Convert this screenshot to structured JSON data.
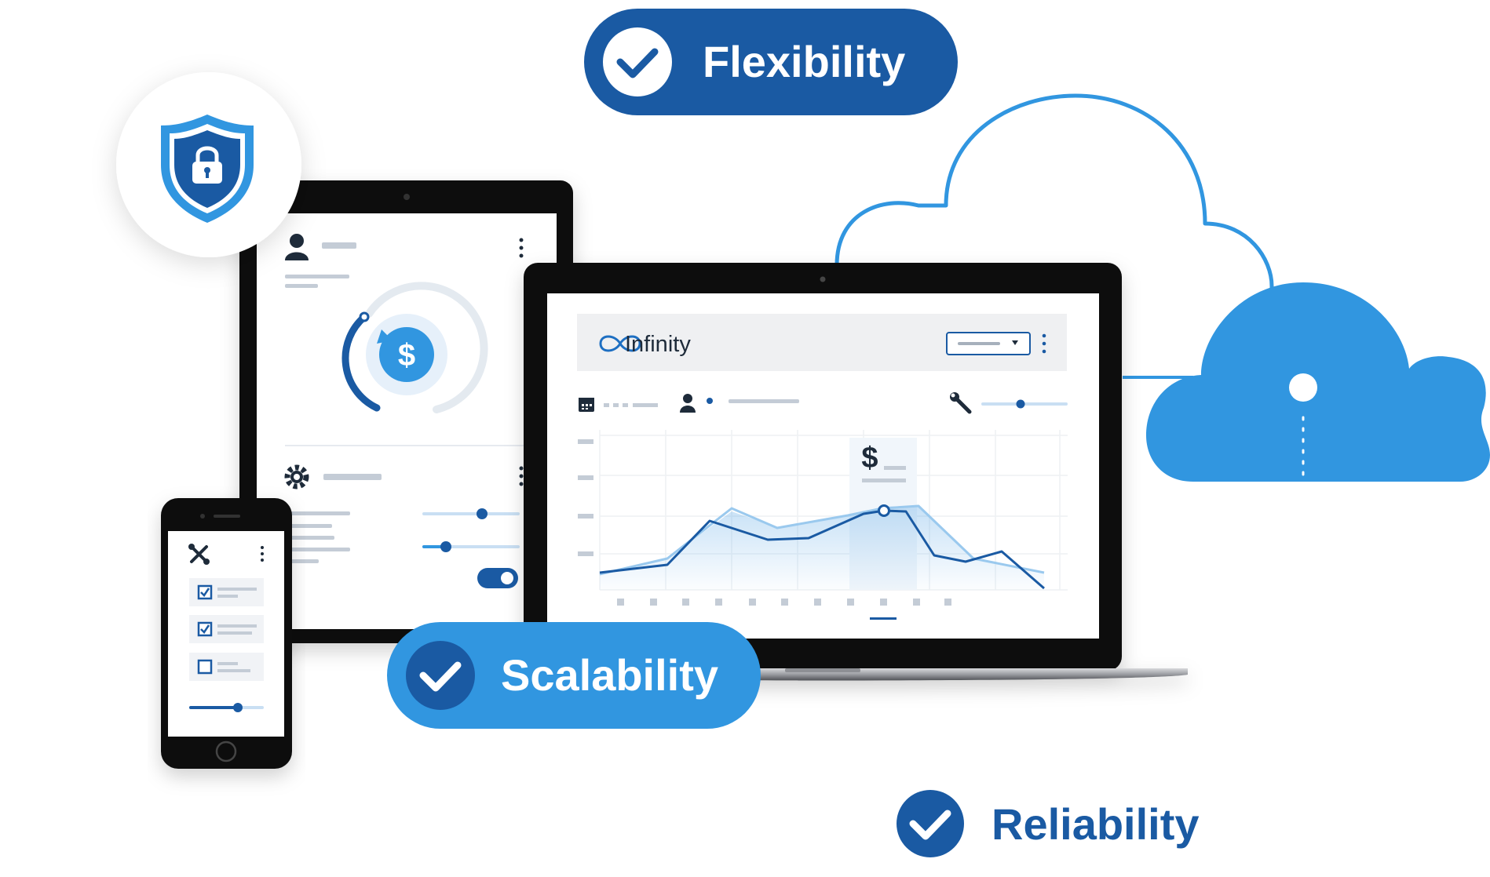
{
  "badges": {
    "flexibility": "Flexibility",
    "scalability": "Scalability",
    "reliability": "Reliability"
  },
  "laptop": {
    "brand": "Infinity",
    "chart_symbol": "$"
  },
  "tablet": {
    "gauge_symbol": "$"
  },
  "colors": {
    "primary_dark": "#1a5aa3",
    "primary_light": "#3196e0",
    "line_light": "#9ac9ee",
    "device_black": "#111111",
    "placeholder": "#c4ccd6"
  },
  "icons": {
    "security": "shield-lock-icon",
    "cloud": "cloud-icon",
    "check": "check-icon"
  }
}
